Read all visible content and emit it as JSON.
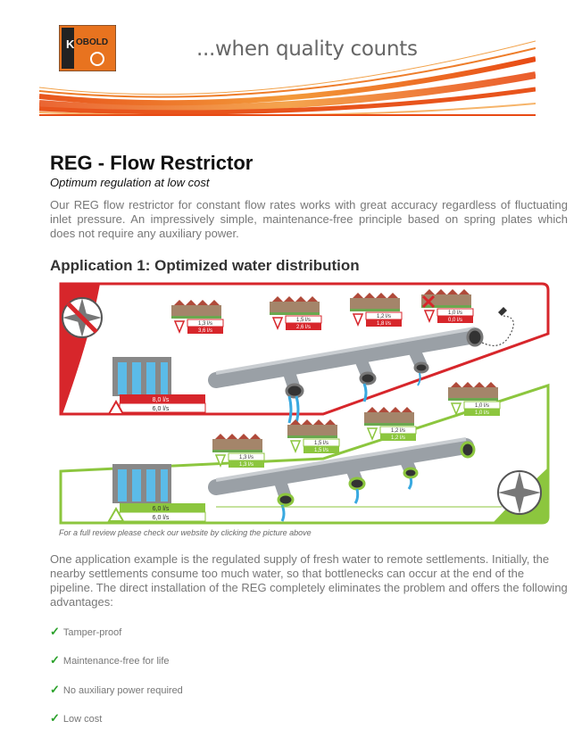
{
  "header": {
    "logo_text": "KOBOLD",
    "tagline": "...when quality counts"
  },
  "article": {
    "title": "REG - Flow Restrictor",
    "subtitle": "Optimum regulation at low cost",
    "intro": "Our REG flow restrictor for constant flow rates works with great accuracy regardless of fluctuating inlet pressure. An impressively simple, maintenance-free principle based on spring plates which does not require any auxiliary power.",
    "section_title": "Application 1: Optimized water distribution",
    "caption": "For a full review please check our website by clicking the picture above",
    "body": "One application example is the regulated supply of fresh water to remote settlements. Initially, the nearby settlements consume too much water, so that bottlenecks can occur at the end of the pipeline. The direct installation of the REG completely eliminates the problem and offers the following advantages:",
    "advantages": [
      "Tamper-proof",
      "Maintenance-free for life",
      "No auxiliary power required",
      "Low cost"
    ]
  },
  "diagram": {
    "top": {
      "source": [
        "8,0 l/s",
        "6,0 l/s"
      ],
      "settlements": [
        [
          "1,3 l/s",
          "3,6 l/s"
        ],
        [
          "1,5 l/s",
          "2,6 l/s"
        ],
        [
          "1,2 l/s",
          "1,8 l/s"
        ],
        [
          "1,0 l/s",
          "0,0 l/s"
        ]
      ]
    },
    "bottom": {
      "source": [
        "6,0 l/s",
        "6,0 l/s"
      ],
      "settlements": [
        [
          "1,3 l/s",
          "1,3 l/s"
        ],
        [
          "1,5 l/s",
          "1,5 l/s"
        ],
        [
          "1,2 l/s",
          "1,2 l/s"
        ],
        [
          "1,0 l/s",
          "1,0 l/s"
        ]
      ]
    },
    "colors": {
      "red": "#d7262b",
      "green": "#8cc63e",
      "pipe": "#9aa0a6"
    }
  }
}
